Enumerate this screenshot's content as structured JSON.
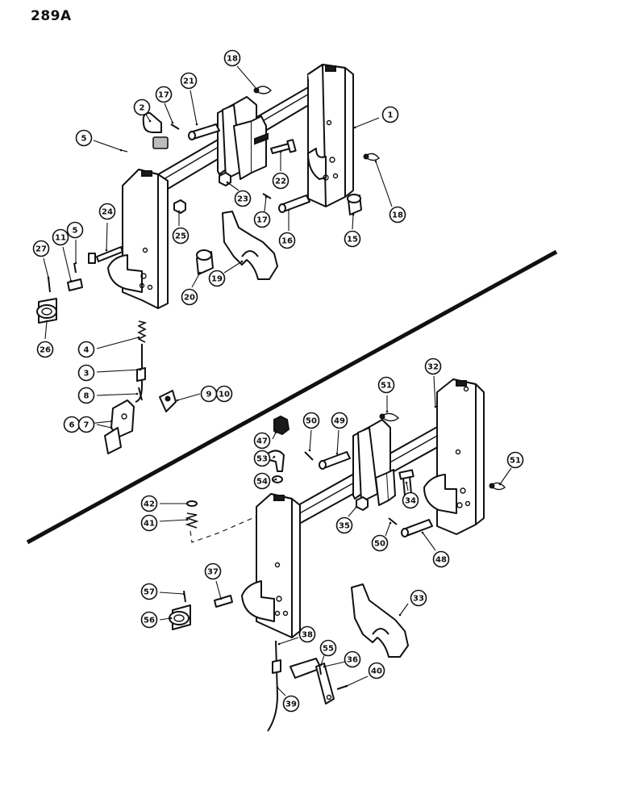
{
  "page": {
    "number": "289A"
  },
  "callouts": [
    {
      "label": "1"
    },
    {
      "label": "2"
    },
    {
      "label": "5"
    },
    {
      "label": "17"
    },
    {
      "label": "21"
    },
    {
      "label": "18"
    },
    {
      "label": "22"
    },
    {
      "label": "23"
    },
    {
      "label": "17"
    },
    {
      "label": "16"
    },
    {
      "label": "15"
    },
    {
      "label": "18"
    },
    {
      "label": "24"
    },
    {
      "label": "25"
    },
    {
      "label": "27"
    },
    {
      "label": "11"
    },
    {
      "label": "5"
    },
    {
      "label": "26"
    },
    {
      "label": "20"
    },
    {
      "label": "19"
    },
    {
      "label": "4"
    },
    {
      "label": "3"
    },
    {
      "label": "8"
    },
    {
      "label": "9"
    },
    {
      "label": "10"
    },
    {
      "label": "6"
    },
    {
      "label": "7"
    },
    {
      "label": "51"
    },
    {
      "label": "32"
    },
    {
      "label": "50"
    },
    {
      "label": "49"
    },
    {
      "label": "47"
    },
    {
      "label": "53"
    },
    {
      "label": "54"
    },
    {
      "label": "51"
    },
    {
      "label": "34"
    },
    {
      "label": "42"
    },
    {
      "label": "41"
    },
    {
      "label": "35"
    },
    {
      "label": "50"
    },
    {
      "label": "48"
    },
    {
      "label": "37"
    },
    {
      "label": "57"
    },
    {
      "label": "56"
    },
    {
      "label": "33"
    },
    {
      "label": "38"
    },
    {
      "label": "55"
    },
    {
      "label": "36"
    },
    {
      "label": "40"
    },
    {
      "label": "39"
    }
  ]
}
